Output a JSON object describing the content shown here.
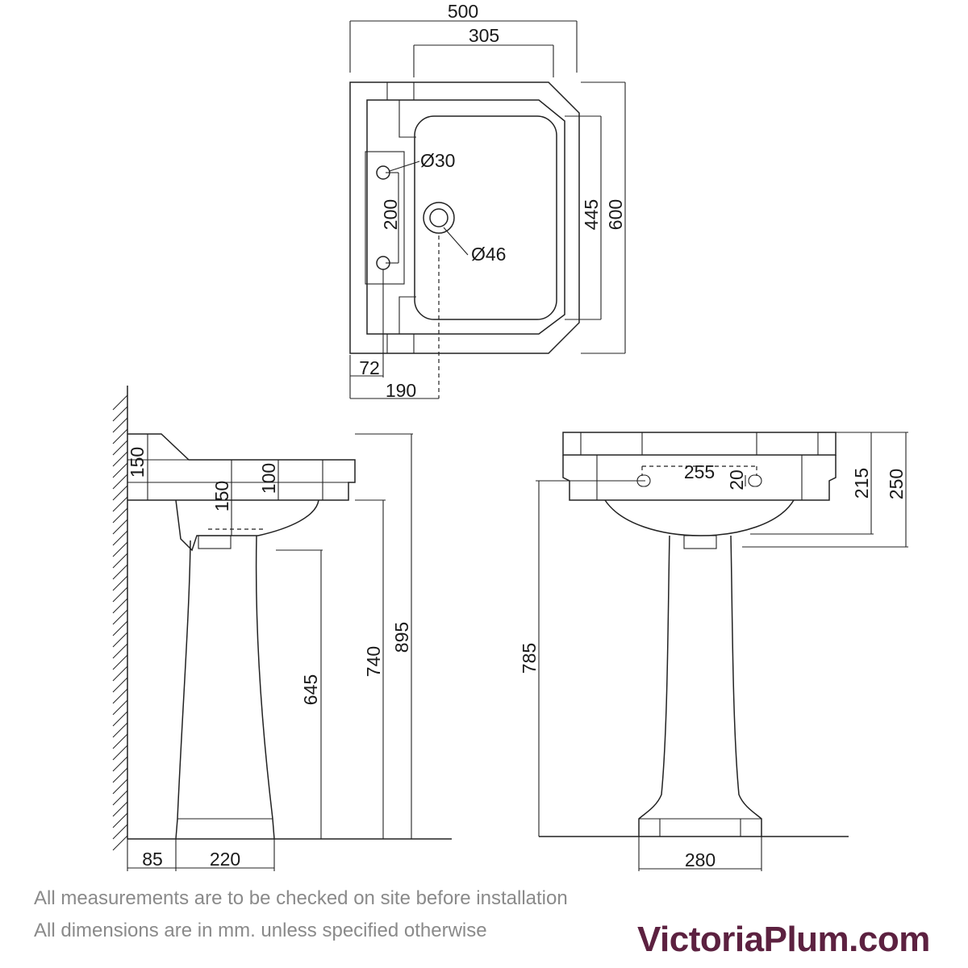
{
  "dimensions": {
    "top_width": "500",
    "top_bowl_width": "305",
    "top_tap_hole_diameter": "Ø30",
    "top_tap_hole_spacing": "200",
    "top_waste_diameter": "Ø46",
    "top_bowl_depth": "445",
    "top_overall_depth": "600",
    "top_tap_offset": "72",
    "top_waste_offset": "190",
    "side_back_height": "150",
    "side_rim_height": "100",
    "side_bowl_depth": "150",
    "side_pedestal_height": "645",
    "side_basin_underside_height": "740",
    "side_overall_height": "895",
    "side_wall_gap": "85",
    "side_pedestal_depth": "220",
    "front_overflow_spacing": "255",
    "front_overflow_height": "20",
    "front_rim_to_bowl": "215",
    "front_rim_to_pedestal": "250",
    "front_floor_to_overflow": "785",
    "front_pedestal_base_width": "280"
  },
  "notes": {
    "line1": "All measurements are to be checked on site before installation",
    "line2": "All dimensions are in mm. unless specified otherwise"
  },
  "brand": {
    "logo": "VictoriaPlum.com",
    "color": "#5c2140"
  }
}
